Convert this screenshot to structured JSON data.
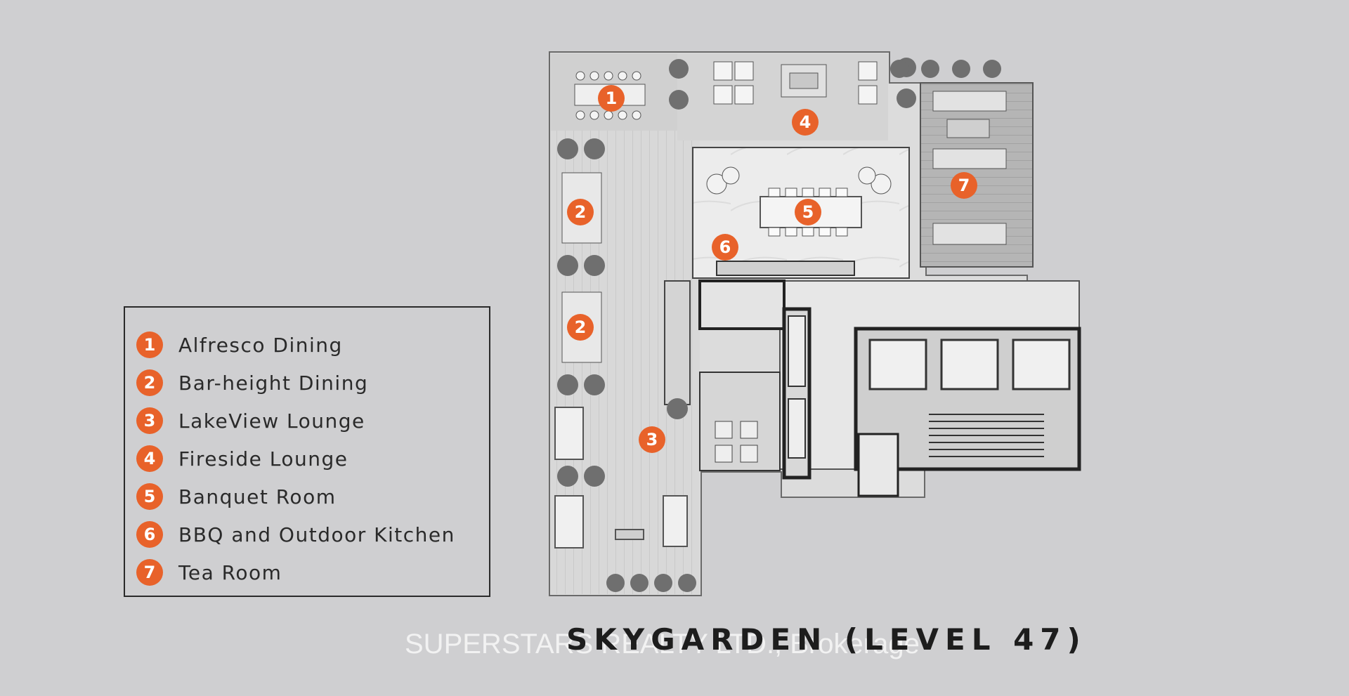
{
  "legend": {
    "items": [
      {
        "num": "1",
        "label": "Alfresco Dining"
      },
      {
        "num": "2",
        "label": "Bar-height Dining"
      },
      {
        "num": "3",
        "label": "LakeView Lounge"
      },
      {
        "num": "4",
        "label": "Fireside Lounge"
      },
      {
        "num": "5",
        "label": "Banquet Room"
      },
      {
        "num": "6",
        "label": "BBQ and Outdoor Kitchen"
      },
      {
        "num": "7",
        "label": "Tea Room"
      }
    ]
  },
  "plan": {
    "markers": [
      {
        "num": "1"
      },
      {
        "num": "2"
      },
      {
        "num": "2"
      },
      {
        "num": "3"
      },
      {
        "num": "4"
      },
      {
        "num": "5"
      },
      {
        "num": "6"
      },
      {
        "num": "7"
      }
    ]
  },
  "title": "SKYGARDEN (LEVEL 47)",
  "watermark": "SUPERSTARS REALTY LTD., Brokerage",
  "colors": {
    "marker": "#e8622a",
    "background": "#cfcfd1"
  }
}
